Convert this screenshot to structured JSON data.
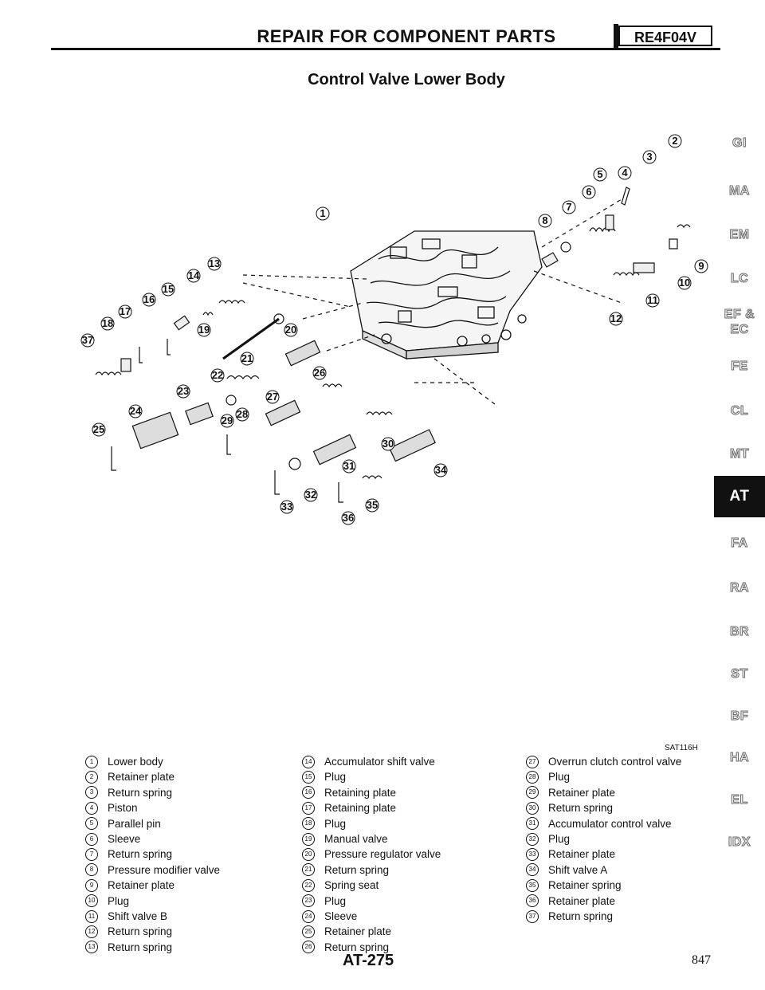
{
  "header": {
    "title": "REPAIR FOR COMPONENT PARTS",
    "model_badge": "RE4F04V"
  },
  "section_title": "Control Valve Lower Body",
  "figure_code": "SAT116H",
  "callouts": [
    "1",
    "2",
    "3",
    "4",
    "5",
    "6",
    "7",
    "8",
    "9",
    "10",
    "11",
    "12",
    "13",
    "14",
    "15",
    "16",
    "17",
    "18",
    "19",
    "20",
    "21",
    "22",
    "23",
    "24",
    "25",
    "26",
    "27",
    "28",
    "29",
    "30",
    "31",
    "32",
    "33",
    "34",
    "35",
    "36",
    "37"
  ],
  "side_tabs": [
    {
      "label": "GI"
    },
    {
      "label": "MA"
    },
    {
      "label": "EM"
    },
    {
      "label": "LC"
    },
    {
      "label": "EF &",
      "label2": "EC"
    },
    {
      "label": "FE"
    },
    {
      "label": "CL"
    },
    {
      "label": "MT"
    },
    {
      "label": "AT",
      "active": true
    },
    {
      "label": "FA"
    },
    {
      "label": "RA"
    },
    {
      "label": "BR"
    },
    {
      "label": "ST"
    },
    {
      "label": "BF"
    },
    {
      "label": "HA"
    },
    {
      "label": "EL"
    },
    {
      "label": "IDX"
    }
  ],
  "legend_col1": [
    {
      "num": "1",
      "text": "Lower body"
    },
    {
      "num": "2",
      "text": "Retainer plate"
    },
    {
      "num": "3",
      "text": "Return spring"
    },
    {
      "num": "4",
      "text": "Piston"
    },
    {
      "num": "5",
      "text": "Parallel pin"
    },
    {
      "num": "6",
      "text": "Sleeve"
    },
    {
      "num": "7",
      "text": "Return spring"
    },
    {
      "num": "8",
      "text": "Pressure modifier valve"
    },
    {
      "num": "9",
      "text": "Retainer plate"
    },
    {
      "num": "10",
      "text": "Plug"
    },
    {
      "num": "11",
      "text": "Shift valve B"
    },
    {
      "num": "12",
      "text": "Return spring"
    },
    {
      "num": "13",
      "text": "Return spring"
    }
  ],
  "legend_col2": [
    {
      "num": "14",
      "text": "Accumulator shift valve"
    },
    {
      "num": "15",
      "text": "Plug"
    },
    {
      "num": "16",
      "text": "Retaining plate"
    },
    {
      "num": "17",
      "text": "Retaining plate"
    },
    {
      "num": "18",
      "text": "Plug"
    },
    {
      "num": "19",
      "text": "Manual valve"
    },
    {
      "num": "20",
      "text": "Pressure regulator valve"
    },
    {
      "num": "21",
      "text": "Return spring"
    },
    {
      "num": "22",
      "text": "Spring seat"
    },
    {
      "num": "23",
      "text": "Plug"
    },
    {
      "num": "24",
      "text": "Sleeve"
    },
    {
      "num": "25",
      "text": "Retainer plate"
    },
    {
      "num": "26",
      "text": "Return spring"
    }
  ],
  "legend_col3": [
    {
      "num": "27",
      "text": "Overrun clutch control valve"
    },
    {
      "num": "28",
      "text": "Plug"
    },
    {
      "num": "29",
      "text": "Retainer plate"
    },
    {
      "num": "30",
      "text": "Return spring"
    },
    {
      "num": "31",
      "text": "Accumulator control valve"
    },
    {
      "num": "32",
      "text": "Plug"
    },
    {
      "num": "33",
      "text": "Retainer plate"
    },
    {
      "num": "34",
      "text": "Shift valve A"
    },
    {
      "num": "35",
      "text": "Retainer spring"
    },
    {
      "num": "36",
      "text": "Retainer plate"
    },
    {
      "num": "37",
      "text": "Return spring"
    }
  ],
  "footer": {
    "page_code": "AT-275",
    "page_number": "847"
  }
}
